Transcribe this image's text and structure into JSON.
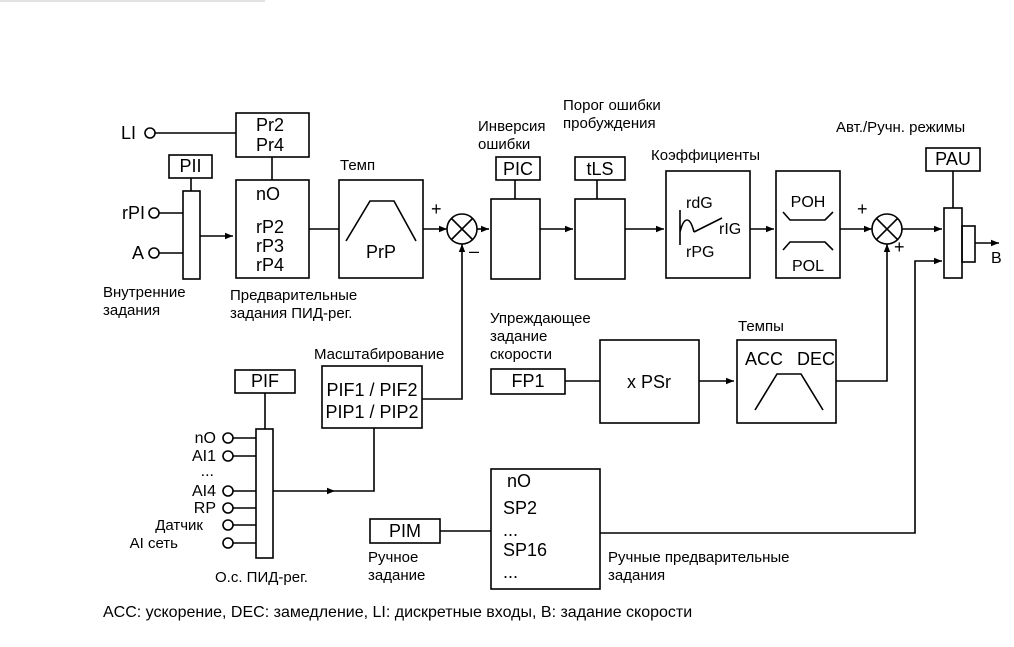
{
  "inputs": {
    "li": "LI",
    "rpi": "rPI",
    "a": "A",
    "fb_no": "nO",
    "fb_ai1": "AI1",
    "fb_dots": "...",
    "fb_ai4": "AI4",
    "fb_rp": "RP",
    "fb_sensor": "Датчик",
    "fb_ainet": "AI сеть"
  },
  "blocks": {
    "pii": "PII",
    "pr2": "Pr2",
    "pr4": "Pr4",
    "presets": [
      "nO",
      "rP2",
      "rP3",
      "rP4"
    ],
    "prp": "PrP",
    "pic": "PIC",
    "tls": "tLS",
    "rdg": "rdG",
    "rig": "rIG",
    "rpg": "rPG",
    "poh": "POH",
    "pol": "POL",
    "pau": "PAU",
    "pif": "PIF",
    "pif_line1": "PIF1 / PIF2",
    "pif_line2": "PIP1 / PIP2",
    "fp1": "FP1",
    "psr": "x PSr",
    "acc": "ACC",
    "dec": "DEC",
    "pim": "PIM",
    "manual_presets": [
      "nO",
      "SP2",
      "...",
      "SP16",
      "..."
    ],
    "output": "B"
  },
  "captions": {
    "internal_ref_1": "Внутренние",
    "internal_ref_2": "задания",
    "pid_presets_1": "Предварительные",
    "pid_presets_2": "задания ПИД-рег.",
    "ramp": "Темп",
    "err_inv_1": "Инверсия",
    "err_inv_2": "ошибки",
    "wake_1": "Порог ошибки",
    "wake_2": "пробуждения",
    "coefs": "Коэффициенты",
    "auto_manual": "Авт./Ручн. режимы",
    "scaling": "Масштабирование",
    "anticip_1": "Упреждающее",
    "anticip_2": "задание",
    "anticip_3": "скорости",
    "ramps": "Темпы",
    "pid_fb": "О.с. ПИД-рег.",
    "manual_1": "Ручное",
    "manual_2": "задание",
    "manual_presets_1": "Ручные предварительные",
    "manual_presets_2": "задания"
  },
  "signs": {
    "plus1": "+",
    "minus1": "–",
    "plus2": "+",
    "plus3": "+"
  },
  "footer": "ACC: ускорение, DEC: замедление, LI: дискретные входы, B: задание скорости"
}
